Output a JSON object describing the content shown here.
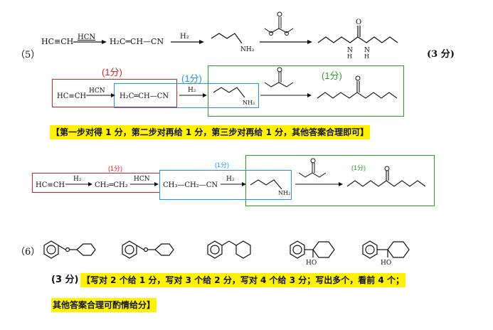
{
  "q5": {
    "number": "（5）",
    "score": "(3 分)",
    "row1": {
      "start": "HC≡CH",
      "r1": "HCN",
      "p1": "H₂C═CH—CN",
      "r2": "H₂",
      "amine": "NH₂",
      "urea_n1": "N",
      "urea_n2": "N",
      "urea_h1": "H",
      "urea_h2": "H",
      "urea_o": "O"
    },
    "row2": {
      "label_red": "(1分)",
      "label_blue": "(1分)",
      "label_green": "(1分)",
      "start": "HC≡CH",
      "r1": "HCN",
      "p1": "H₂C═CH—CN",
      "r2": "H₂",
      "amine": "NH₂"
    },
    "note": "【第一步对得 1 分，第二步对再给 1 分，第三步对再给 1 分，其他答案合理即可】",
    "row3": {
      "label_red": "(1分)",
      "label_blue": "(1分)",
      "label_green": "(1分)",
      "start": "HC≡CH",
      "r1": "H₂",
      "p1": "CH₂═CH₂",
      "r2": "HCN",
      "p2": "CH₃—CH₂—CN",
      "r3": "H₂",
      "amine": "NH₂"
    }
  },
  "q6": {
    "number": "（6）",
    "ho1": "HO",
    "ho2": "HO",
    "score": "(3 分)",
    "note1": "【写对 2 个给 1 分，写对 3 个给 2 分，写对 4 个给 3 分；写出多个，看前 4 个；",
    "note2": "其他答案合理可酌情给分】"
  },
  "colors": {
    "red": "#e02020",
    "blue": "#1e90ff",
    "green": "#2aa02a",
    "highlight": "#fff200"
  }
}
